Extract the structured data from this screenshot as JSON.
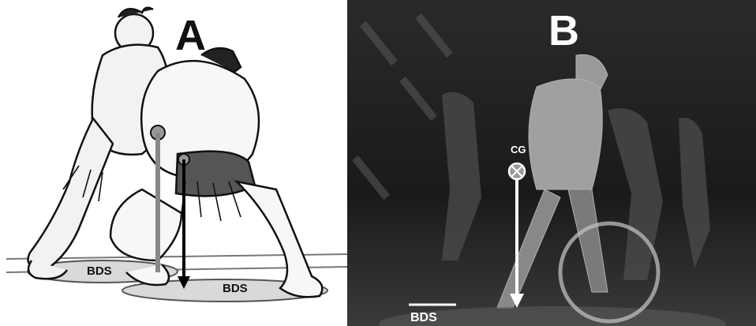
{
  "panel_a": {
    "letter": "A",
    "bds_label_left": "BDS",
    "bds_label_right": "BDS"
  },
  "panel_b": {
    "letter": "B",
    "cg_label": "CG",
    "bds_label": "BDS"
  }
}
